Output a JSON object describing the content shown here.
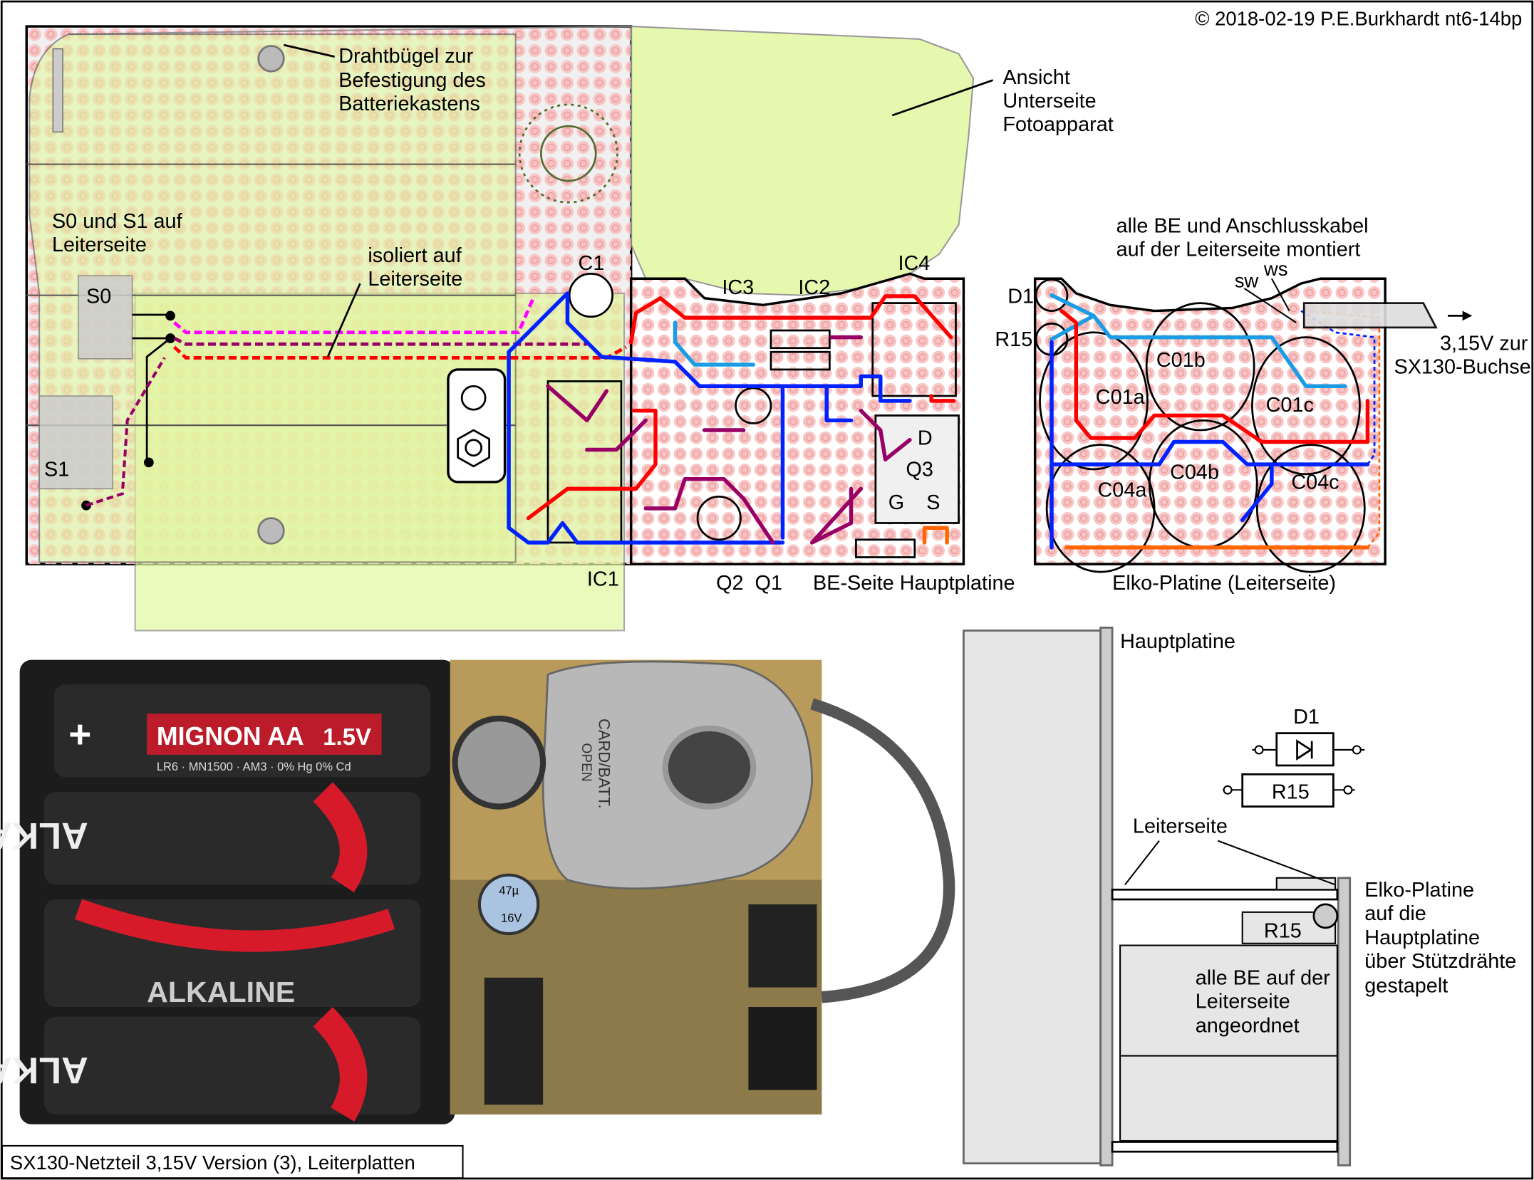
{
  "copyright": "© 2018-02-19 P.E.Burkhardt nt6-14bp",
  "caption": "SX130-Netzteil 3,15V Version (3), Leiterplatten",
  "colors": {
    "camera_overlay": "#e2f7a0",
    "hole_ring": "#f5b8b8",
    "trace_red": "#ff0000",
    "trace_blue": "#0022ff",
    "trace_lightblue": "#1a9de6",
    "trace_purple": "#990066",
    "trace_magenta": "#ff00ff",
    "trace_orange": "#ff6600"
  },
  "top_left": {
    "bracket_label": [
      "Drahtbügel zur",
      "Befestigung des",
      "Batteriekastens"
    ],
    "camera_label": [
      "Ansicht",
      "Unterseite",
      "Fotoapparat"
    ],
    "switch_label": [
      "S0 und S1 auf",
      "Leiterseite"
    ],
    "insulated_label": [
      "isoliert auf",
      "Leiterseite"
    ],
    "s0": "S0",
    "s1": "S1"
  },
  "main_board": {
    "c1": "C1",
    "ic1": "IC1",
    "ic2": "IC2",
    "ic3": "IC3",
    "ic4": "IC4",
    "d": "D",
    "q3": "Q3",
    "g": "G",
    "s": "S",
    "q2q1": "Q2  Q1",
    "title": "BE-Seite Hauptplatine"
  },
  "elko_board": {
    "note": [
      "alle BE und Anschlusskabel",
      "auf der Leiterseite montiert"
    ],
    "sw": "sw",
    "ws": "ws",
    "d1": "D1",
    "r15": "R15",
    "output": [
      "3,15V zur",
      "SX130-Buchse"
    ],
    "caps": [
      "C01a",
      "C01b",
      "C01c",
      "C04a",
      "C04b",
      "C04c"
    ],
    "title": "Elko-Platine (Leiterseite)"
  },
  "photo": {
    "battery1": "MIGNON AA",
    "battery1_voltage": "1.5V",
    "battery1_sub": "LR6 · MN1500 · AM3 · 0% Hg 0% Cd",
    "battery_brand": "ALKALINE",
    "camera_door": "CARD/BATT.",
    "camera_open": "OPEN",
    "cap_value": "47µ",
    "cap_voltage": "16V"
  },
  "side_view": {
    "hauptplatine": "Hauptplatine",
    "d1": "D1",
    "r15": "R15",
    "leiterseite": "Leiterseite",
    "r15_side": "R15",
    "elko_note": [
      "Elko-Platine",
      "auf die",
      "Hauptplatine",
      "über Stützdrähte",
      "gestapelt"
    ],
    "be_note": [
      "alle BE auf der",
      "Leiterseite",
      "angeordnet"
    ]
  }
}
